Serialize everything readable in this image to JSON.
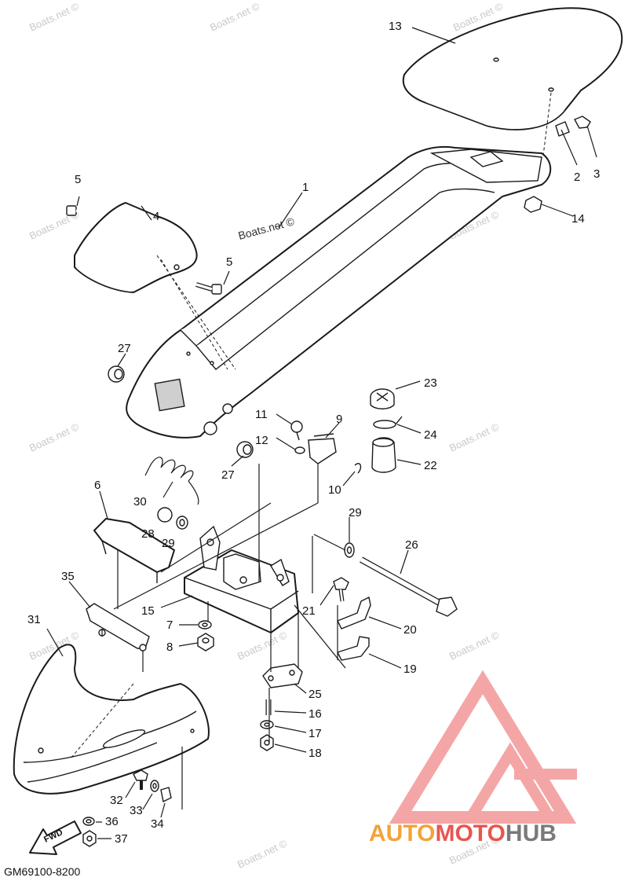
{
  "diagram_code": "GM69100-8200",
  "center_watermark": "Boats.net ©",
  "watermark": "Boats.net ©",
  "fwd_label": "FWD",
  "brand": {
    "part1": "AUTO",
    "part2": "MOTO",
    "part3": "HUB",
    "color1": "#f2a33a",
    "color2": "#e8564f",
    "color3": "#7a7a7a",
    "logo_color": "#f4a6a6"
  },
  "callouts": {
    "c1": "1",
    "c2": "2",
    "c3": "3",
    "c4": "4",
    "c5a": "5",
    "c5b": "5",
    "c6": "6",
    "c7": "7",
    "c8": "8",
    "c9": "9",
    "c10": "10",
    "c11": "11",
    "c12": "12",
    "c13": "13",
    "c14": "14",
    "c15": "15",
    "c16": "16",
    "c17": "17",
    "c18": "18",
    "c19": "19",
    "c20": "20",
    "c21": "21",
    "c22": "22",
    "c23": "23",
    "c24": "24",
    "c25": "25",
    "c26": "26",
    "c27a": "27",
    "c27b": "27",
    "c28": "28",
    "c29a": "29",
    "c29b": "29",
    "c30": "30",
    "c31": "31",
    "c32": "32",
    "c33": "33",
    "c34": "34",
    "c35": "35",
    "c36": "36",
    "c37": "37"
  }
}
